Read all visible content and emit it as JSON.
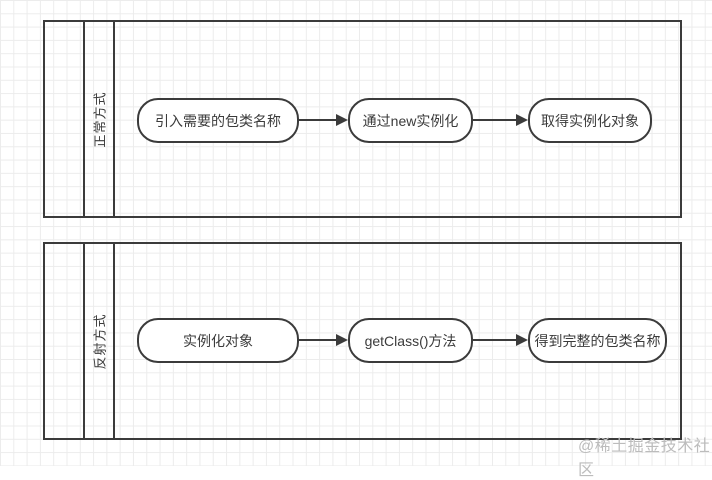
{
  "canvas": {
    "background_color": "#ffffff",
    "grid_color": "#ececec",
    "stroke_color": "#3b3b3b",
    "watermark_color": "#bcbcbc"
  },
  "watermark": {
    "text": "@稀土掘金技术社区"
  },
  "lanes": [
    {
      "label": "正常方式",
      "nodes": [
        {
          "text": "引入需要的包类名称"
        },
        {
          "text": "通过new实例化"
        },
        {
          "text": "取得实例化对象"
        }
      ]
    },
    {
      "label": "反射方式",
      "nodes": [
        {
          "text": "实例化对象"
        },
        {
          "text": "getClass()方法"
        },
        {
          "text": "得到完整的包类名称"
        }
      ]
    }
  ]
}
